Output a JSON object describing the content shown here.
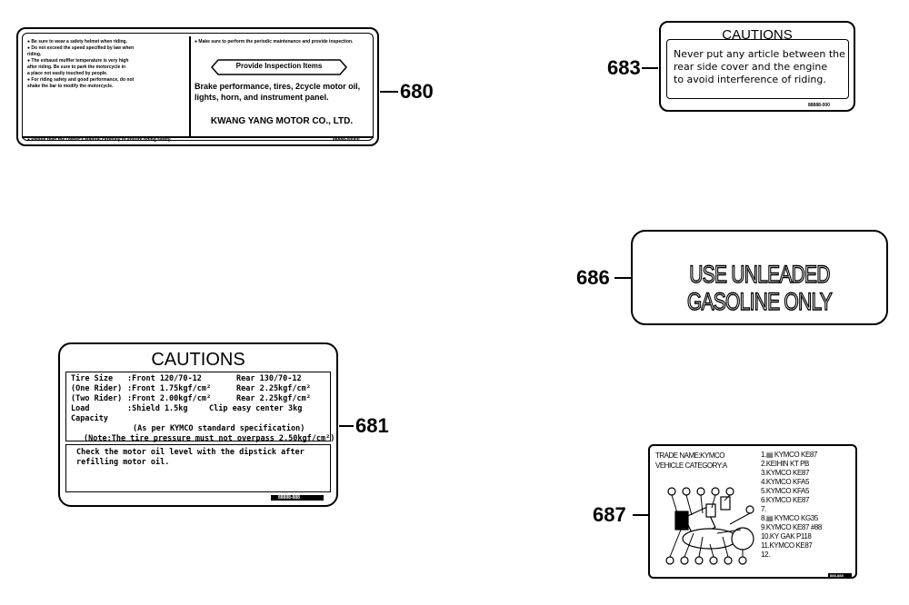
{
  "callouts": {
    "c680": "680",
    "c681": "681",
    "c683": "683",
    "c686": "686",
    "c687": "687"
  },
  "label680": {
    "left_lines": [
      "● Be sure to wear a safety helmet when riding.",
      "● Do not exceed  the speed specified by law when",
      "   riding.",
      "● The exhaust muffler temperature is very high",
      "   after riding. Be sure to park the motorcycle in",
      "   a place not easily touched by people.",
      "● For riding safety and good performance, do not",
      "   shake the bar to modify the motorcycle."
    ],
    "bottom_line": "● Please read the Owner's Manual carefully to ensure riding safety.",
    "right_top": "● Make sure to perform the periodic maintenance and provide inspection.",
    "inspection_title": "Provide Inspection Items",
    "inspection_items": "Brake performance, tires, 2cycle motor oil, lights, horn, and instrument panel.",
    "company": "KWANG YANG MOTOR CO., LTD.",
    "code": "88888-00000"
  },
  "label683": {
    "title": "CAUTIONS",
    "lines": [
      "Never put any article between the",
      "rear side cover and the engine",
      "to avoid interference of riding."
    ],
    "code": "88888-000"
  },
  "label686": {
    "text": "USE UNLEADED GASOLINE ONLY"
  },
  "label681": {
    "title": "CAUTIONS",
    "rows": [
      [
        "Tire Size",
        ":Front 120/70-12",
        "Rear 130/70-12"
      ],
      [
        "(One Rider)",
        ":Front 1.75kgf/cm²",
        "Rear 2.25kgf/cm²"
      ],
      [
        "(Two Rider)",
        ":Front 2.00kgf/cm²",
        "Rear 2.25kgf/cm²"
      ],
      [
        "Load Capacity",
        ":Shield 1.5kg",
        "Clip easy center 3kg"
      ]
    ],
    "note1": "(As per KYMCO standard specification)",
    "note2": "(Note:The tire pressure must not overpass 2.50kgf/cm²)",
    "check": "Check the motor oil level with the dipstick after refilling motor oil.",
    "code": "88888-888"
  },
  "label687": {
    "trade": "TRADE NAME:KYMCO",
    "category": "VEHICLE CATEGORY:A",
    "list": [
      "1.▤ KYMCO KE87",
      "2.KEIHIN KT PB",
      "3.KYMCO KE87",
      "4.KYMCO KFA5",
      "5.KYMCO KFA5",
      "6.KYMCO KE87",
      "7.",
      "8.▤ KYMCO KG35",
      "9.KYMCO KE87 #88",
      "10.KY GAK P118",
      "11.KYMCO KE87",
      "12."
    ],
    "code": "888-888"
  }
}
